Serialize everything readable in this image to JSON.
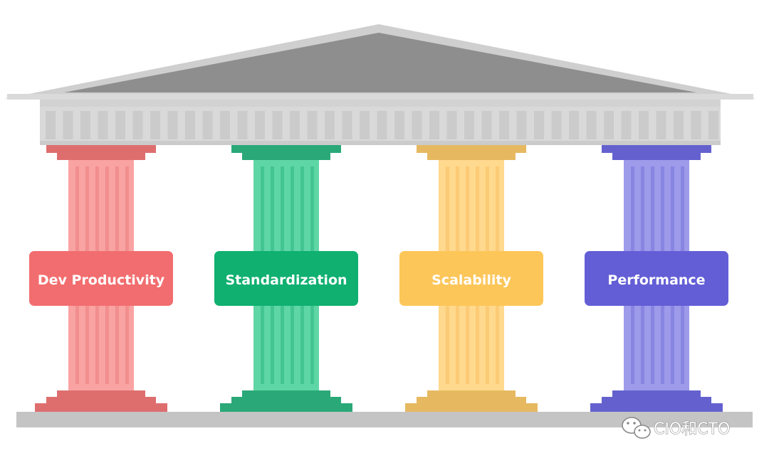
{
  "pillars": [
    {
      "label": "Dev Productivity",
      "capital_color": "#de6e6e",
      "shaft_color": "#f9a3a3",
      "flute_color": "#f28e8e",
      "label_color": "#f26d6f"
    },
    {
      "label": "Standardization",
      "capital_color": "#2aa878",
      "shaft_color": "#5fd6a6",
      "flute_color": "#43c592",
      "label_color": "#0fb070"
    },
    {
      "label": "Scalability",
      "capital_color": "#e6b961",
      "shaft_color": "#ffd98e",
      "flute_color": "#fccb75",
      "label_color": "#fdc659"
    },
    {
      "label": "Performance",
      "capital_color": "#6461cf",
      "shaft_color": "#9d9bea",
      "flute_color": "#8885e2",
      "label_color": "#635ed6"
    }
  ],
  "roof": {
    "pediment_color": "#8e8e8e",
    "edge_color": "#cfcfcf",
    "frieze_color": "#d9d9d9",
    "frieze_slot_color": "#cbcbcb"
  },
  "base": {
    "color": "#c4c4c4"
  },
  "watermark": {
    "text": "CIO和CTO",
    "icon": "wechat-icon"
  }
}
